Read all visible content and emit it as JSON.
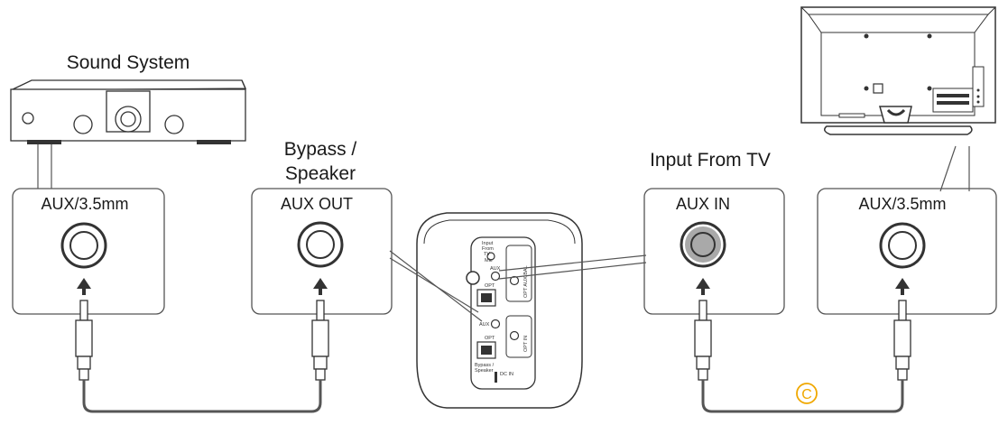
{
  "labels": {
    "sound_system": "Sound System",
    "bypass_line1": "Bypass /",
    "bypass_line2": "Speaker",
    "input_from_tv": "Input From TV"
  },
  "panels": {
    "p1": "AUX/3.5mm",
    "p2": "AUX OUT",
    "p3": "AUX IN",
    "p4": "AUX/3.5mm"
  },
  "speaker_panel": {
    "input_from_tv_l1": "Input",
    "input_from_tv_l2": "From",
    "input_from_tv_l3": "TV",
    "mic": "Mic",
    "aux_top": "AUX",
    "opt_top": "OPT",
    "aux_bottom": "AUX",
    "opt_bottom": "OPT",
    "bypass_l1": "Bypass /",
    "bypass_l2": "Speaker",
    "dc_in": "DC IN",
    "sw_top": "OPT AUX BAL",
    "sw_bottom": "OPT IN"
  },
  "cable_marker": "C",
  "colors": {
    "line": "#333333",
    "panel_border": "#555555",
    "marker": "#f0a800",
    "jack_gray": "#a9a9a9"
  }
}
